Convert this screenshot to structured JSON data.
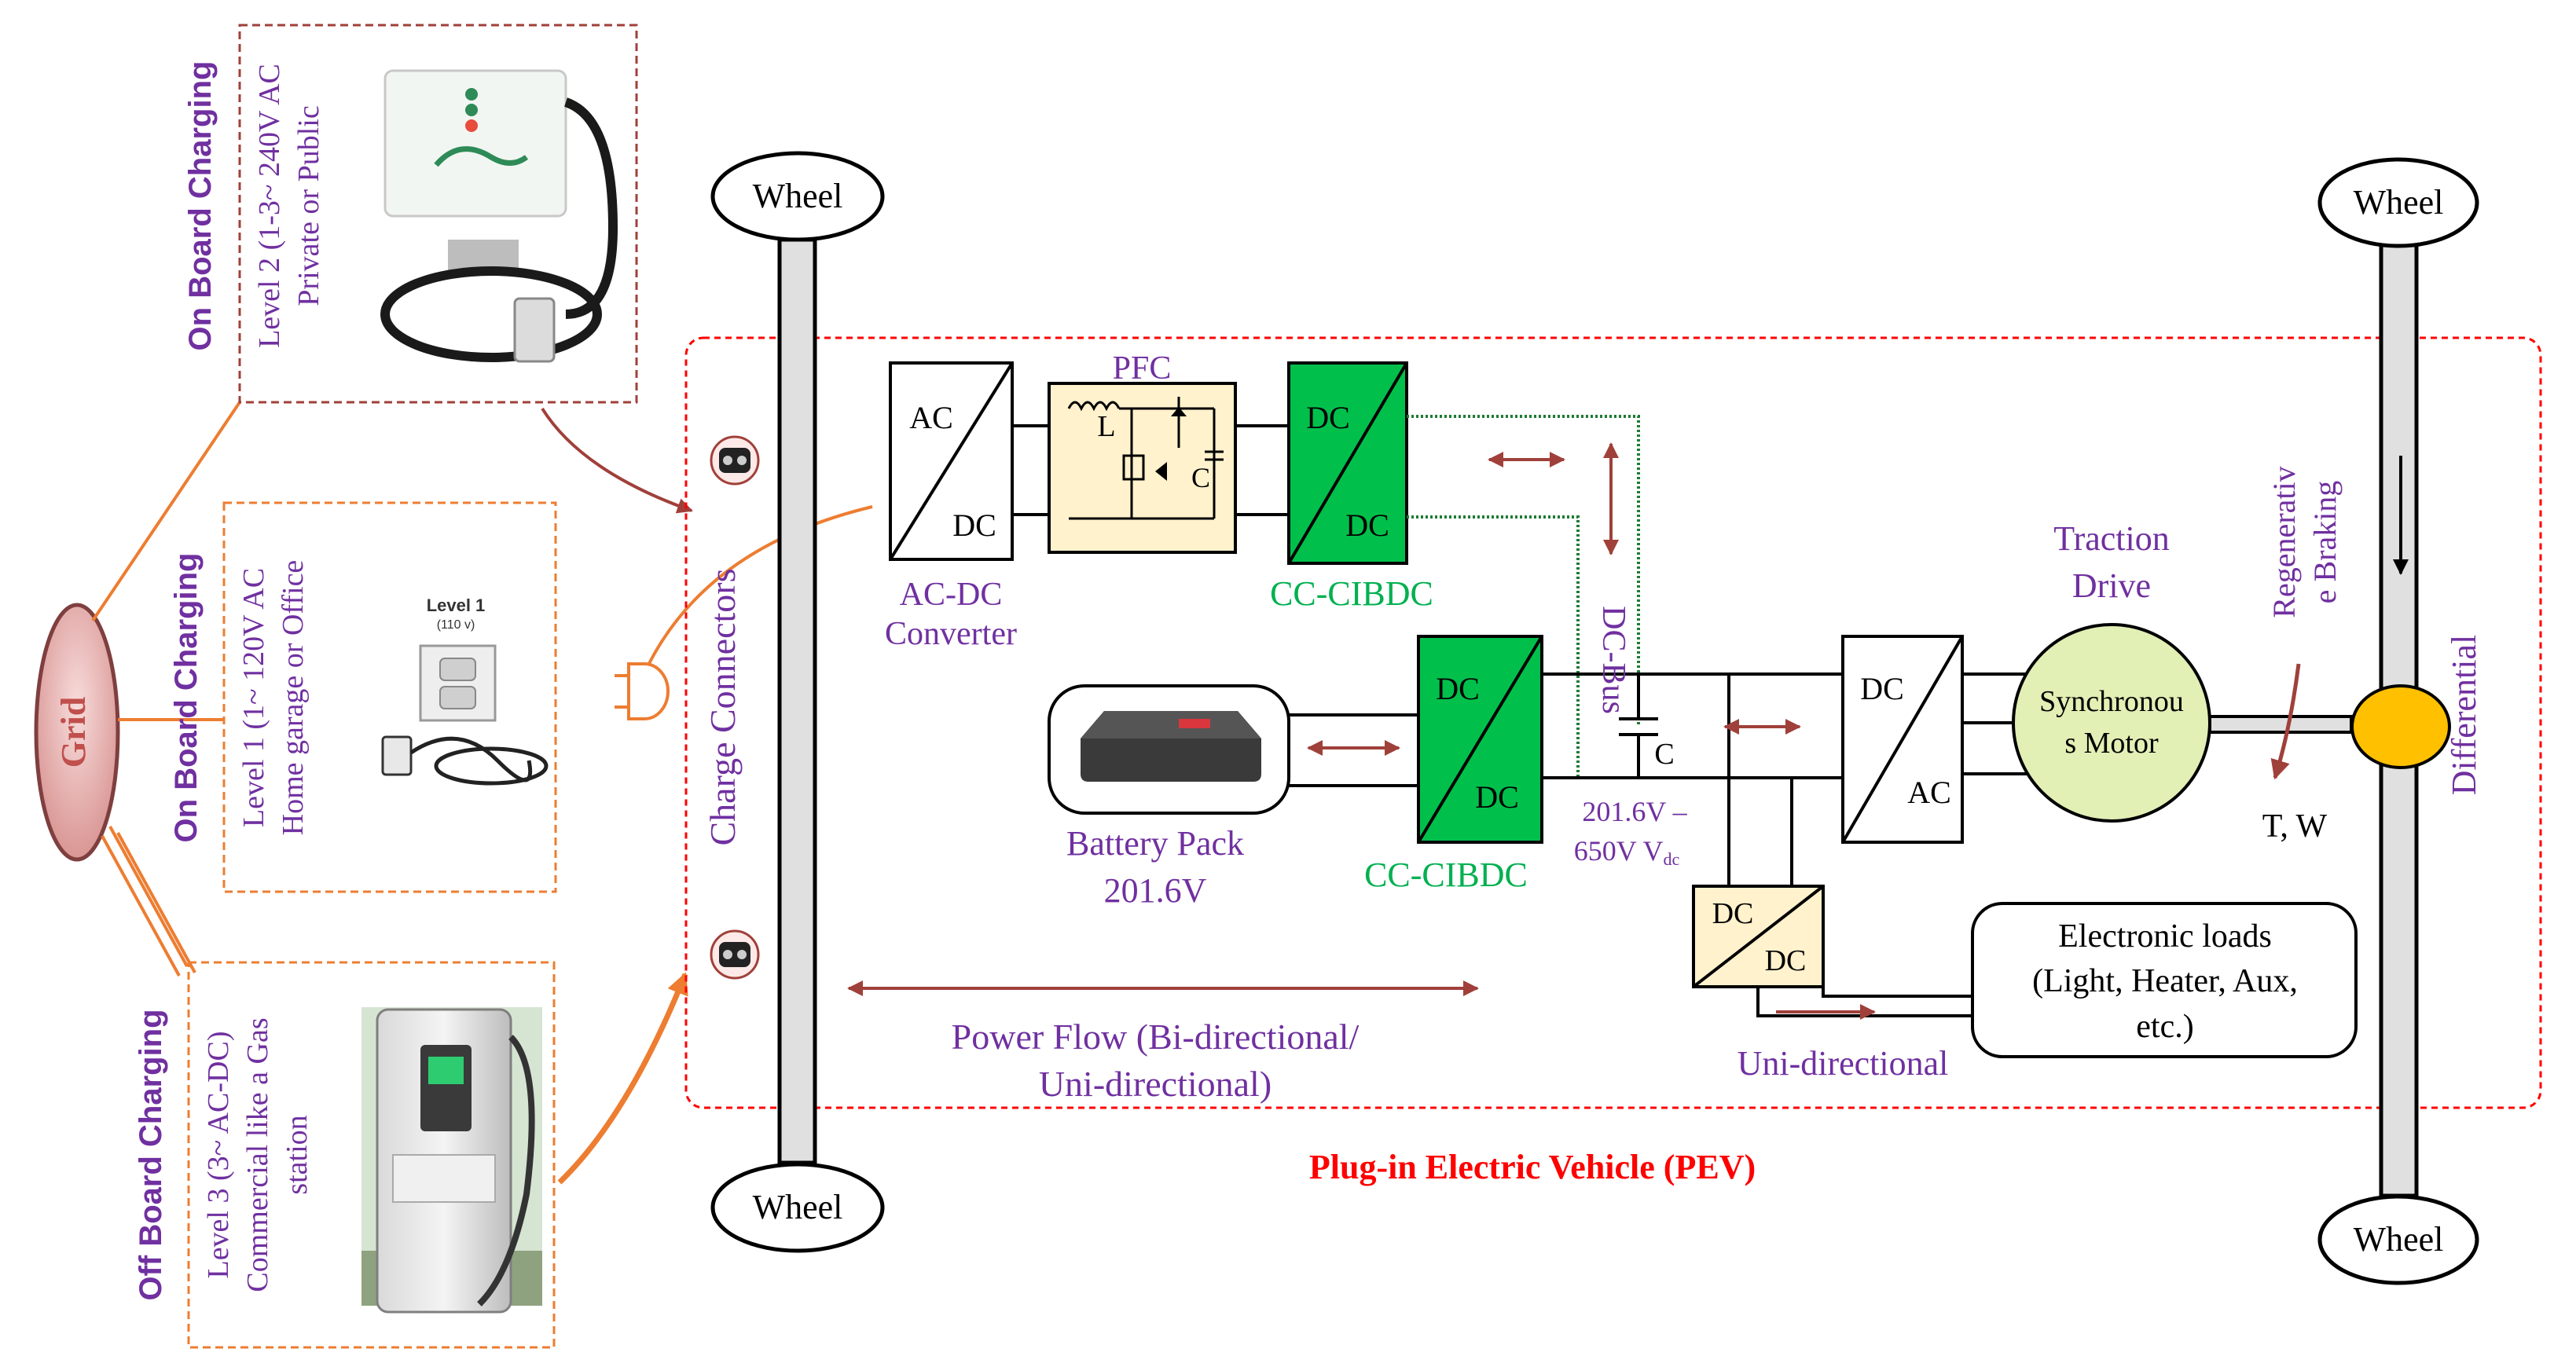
{
  "grid": {
    "label": "Grid"
  },
  "chargers": {
    "level2": {
      "category": "On Board Charging",
      "line1": "Level 2 (1-3~ 240V AC",
      "line2": "Private or Public"
    },
    "level1": {
      "category": "On Board Charging",
      "line1": "Level 1 (1~ 120V AC",
      "line2": "Home garage or Office",
      "outlet_title": "Level 1",
      "outlet_sub": "(110 v)"
    },
    "level3": {
      "category": "Off Board Charging",
      "line1": "Level 3 (3~ AC-DC)",
      "line2": "Commercial like a Gas",
      "line3": "station"
    }
  },
  "charge_connectors": {
    "label": "Charge Connectors"
  },
  "wheels": {
    "left_top": "Wheel",
    "left_bottom": "Wheel",
    "right_top": "Wheel",
    "right_bottom": "Wheel"
  },
  "pev": {
    "label": "Plug-in Electric Vehicle (PEV)"
  },
  "ac_dc_converter": {
    "top": "AC",
    "bottom": "DC",
    "caption_1": "AC-DC",
    "caption_2": "Converter"
  },
  "pfc": {
    "label": "PFC",
    "inductor": "L",
    "capacitor": "C"
  },
  "cc_cibdc_top": {
    "top": "DC",
    "bottom": "DC",
    "caption": "CC-CIBDC"
  },
  "cc_cibdc_bottom": {
    "top": "DC",
    "bottom": "DC",
    "caption": "CC-CIBDC"
  },
  "dc_bus": {
    "label": "DC-Bus",
    "capacitor": "C",
    "voltage_1": "201.6V –",
    "voltage_2": "650V V",
    "voltage_sub": "dc"
  },
  "battery": {
    "caption_1": "Battery Pack",
    "caption_2": "201.6V"
  },
  "inverter": {
    "top": "DC",
    "bottom": "AC"
  },
  "traction": {
    "caption_1": "Traction",
    "caption_2": "Drive",
    "motor_1": "Synchronou",
    "motor_2": "s Motor"
  },
  "regen": {
    "line1": "Regenerativ",
    "line2": "e Braking",
    "tw": "T, W"
  },
  "differential": {
    "label": "Differential"
  },
  "aux_converter": {
    "top": "DC",
    "bottom": "DC",
    "caption": "Uni-directional"
  },
  "electronic_loads": {
    "line1": "Electronic loads",
    "line2": "(Light, Heater, Aux,",
    "line3": "etc.)"
  },
  "power_flow": {
    "line1": "Power Flow (Bi-directional/",
    "line2": "Uni-directional)"
  },
  "colors": {
    "purple": "#7030a0",
    "green": "#00b050",
    "converter_green": "#00c04b",
    "red": "#ff0000",
    "dark_red": "#a0403a",
    "orange": "#ed7d31",
    "grid_fill": "#e6b8b7",
    "cream": "#fff2cc",
    "motor_fill": "#e2efb5",
    "diff_fill": "#ffc000"
  }
}
